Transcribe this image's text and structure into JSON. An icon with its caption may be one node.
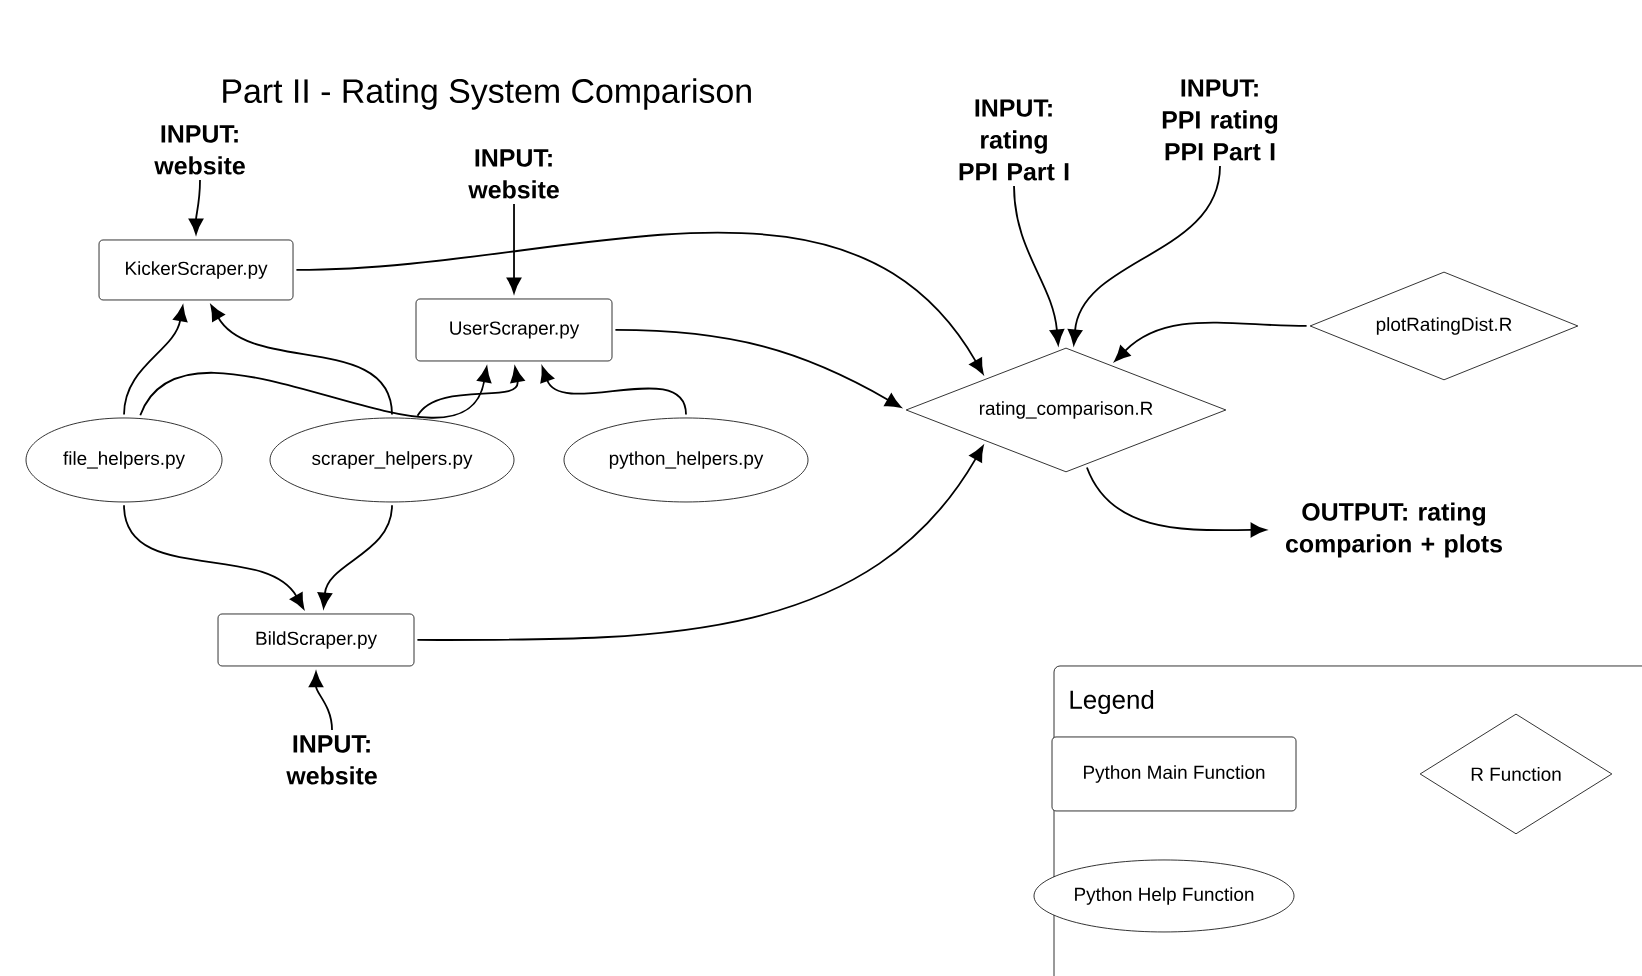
{
  "diagram": {
    "title": "Part II - Rating System Comparison",
    "nodes": [
      {
        "text": [
          "INPUT: website"
        ]
      },
      {
        "text": [
          "KickerScraper.py"
        ]
      },
      {
        "text": [
          "INPUT: website"
        ]
      },
      {
        "text": [
          "UserScraper.py"
        ]
      },
      {
        "text": [
          "INPUT: rating PPI Part I"
        ]
      },
      {
        "text": [
          "INPUT: PPI rating PPI Part I"
        ]
      },
      {
        "text": [
          "rating_comparison.R"
        ]
      },
      {
        "text": [
          "plotRatingDist.R"
        ]
      },
      {
        "text": [
          "file_helpers.py"
        ]
      },
      {
        "text": [
          "scraper_helpers.py"
        ]
      },
      {
        "text": [
          "python_helpers.py"
        ]
      },
      {
        "text": [
          "BildScraper.py"
        ]
      },
      {
        "text": [
          "INPUT: website"
        ]
      },
      {
        "text": [
          "OUTPUT: rating comparion + plots"
        ]
      }
    ],
    "edges": [
      {
        "from": 0,
        "to": 1,
        "arrow": "to"
      },
      {
        "from": 2,
        "to": 3,
        "arrow": "to"
      },
      {
        "from": 1,
        "to": 6,
        "arrow": "to"
      },
      {
        "from": 3,
        "to": 6,
        "arrow": "to"
      },
      {
        "from": 4,
        "to": 6,
        "arrow": "to"
      },
      {
        "from": 5,
        "to": 6,
        "arrow": "to"
      },
      {
        "from": 7,
        "to": 6,
        "arrow": "to"
      },
      {
        "from": 8,
        "to": 1,
        "arrow": "to"
      },
      {
        "from": 8,
        "to": 3,
        "arrow": "to"
      },
      {
        "from": 9,
        "to": 1,
        "arrow": "to"
      },
      {
        "from": 9,
        "to": 3,
        "arrow": "to"
      },
      {
        "from": 10,
        "to": 3,
        "arrow": "to"
      },
      {
        "from": 8,
        "to": 11,
        "arrow": "to"
      },
      {
        "from": 9,
        "to": 11,
        "arrow": "to"
      },
      {
        "from": 12,
        "to": 11,
        "arrow": "to"
      },
      {
        "from": 11,
        "to": 6,
        "arrow": "to"
      },
      {
        "from": 6,
        "to": 13,
        "arrow": "to"
      }
    ],
    "labels": [
      "Legend"
    ],
    "legend": [
      {
        "text": "Python Main Function"
      },
      {
        "text": "R Function"
      },
      {
        "text": "Python Help Function"
      }
    ]
  }
}
